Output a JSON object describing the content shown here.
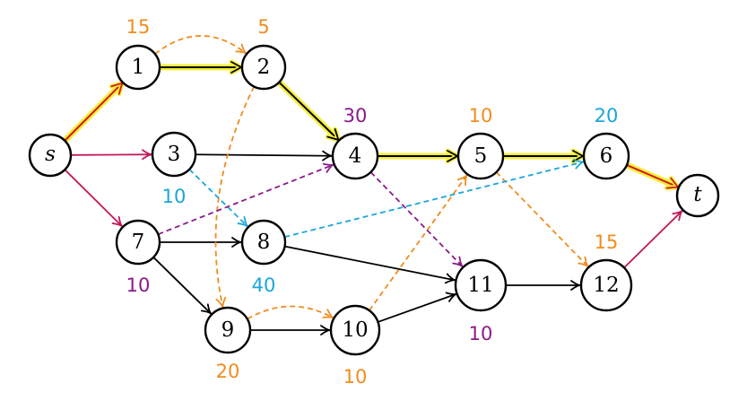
{
  "colors": {
    "black": "#000000",
    "orange": "#f08c1e",
    "purple": "#8b1a89",
    "cyan": "#1aa6dc",
    "crimson": "#c0195a",
    "red": "#d11a1a",
    "yellow": "#f4ee3c"
  },
  "nodes": [
    {
      "id": "s",
      "label": "s",
      "italic": true
    },
    {
      "id": "1",
      "label": "1"
    },
    {
      "id": "2",
      "label": "2"
    },
    {
      "id": "3",
      "label": "3"
    },
    {
      "id": "4",
      "label": "4"
    },
    {
      "id": "5",
      "label": "5"
    },
    {
      "id": "6",
      "label": "6"
    },
    {
      "id": "t",
      "label": "t",
      "italic": true
    },
    {
      "id": "7",
      "label": "7"
    },
    {
      "id": "8",
      "label": "8"
    },
    {
      "id": "9",
      "label": "9"
    },
    {
      "id": "10",
      "label": "10"
    },
    {
      "id": "11",
      "label": "11"
    },
    {
      "id": "12",
      "label": "12"
    }
  ],
  "weights": [
    {
      "node": "1",
      "value": "15",
      "color": "orange"
    },
    {
      "node": "2",
      "value": "5",
      "color": "orange"
    },
    {
      "node": "4",
      "value": "30",
      "color": "purple"
    },
    {
      "node": "5",
      "value": "10",
      "color": "orange"
    },
    {
      "node": "6",
      "value": "20",
      "color": "cyan"
    },
    {
      "node": "3",
      "value": "10",
      "color": "cyan"
    },
    {
      "node": "12",
      "value": "15",
      "color": "orange"
    },
    {
      "node": "7",
      "value": "10",
      "color": "purple"
    },
    {
      "node": "8",
      "value": "40",
      "color": "cyan"
    },
    {
      "node": "11",
      "value": "10",
      "color": "purple"
    },
    {
      "node": "9",
      "value": "20",
      "color": "orange"
    },
    {
      "node": "10",
      "value": "10",
      "color": "orange"
    }
  ],
  "edges": [
    {
      "from": "s",
      "to": "1",
      "style": "highlight-red"
    },
    {
      "from": "1",
      "to": "2",
      "style": "highlight-black"
    },
    {
      "from": "2",
      "to": "4",
      "style": "highlight-black"
    },
    {
      "from": "4",
      "to": "5",
      "style": "highlight-black"
    },
    {
      "from": "5",
      "to": "6",
      "style": "highlight-black"
    },
    {
      "from": "6",
      "to": "t",
      "style": "highlight-red"
    },
    {
      "from": "s",
      "to": "3",
      "style": "solid",
      "color": "crimson"
    },
    {
      "from": "s",
      "to": "7",
      "style": "solid",
      "color": "crimson"
    },
    {
      "from": "12",
      "to": "t",
      "style": "solid",
      "color": "crimson"
    },
    {
      "from": "3",
      "to": "4",
      "style": "solid",
      "color": "black"
    },
    {
      "from": "7",
      "to": "8",
      "style": "solid",
      "color": "black"
    },
    {
      "from": "7",
      "to": "9",
      "style": "solid",
      "color": "black"
    },
    {
      "from": "8",
      "to": "11",
      "style": "solid",
      "color": "black"
    },
    {
      "from": "9",
      "to": "10",
      "style": "solid",
      "color": "black"
    },
    {
      "from": "10",
      "to": "11",
      "style": "solid",
      "color": "black"
    },
    {
      "from": "11",
      "to": "12",
      "style": "solid",
      "color": "black"
    },
    {
      "from": "1",
      "to": "2",
      "style": "dashed-arc",
      "color": "orange"
    },
    {
      "from": "2",
      "to": "9",
      "style": "dashed-arc",
      "color": "orange"
    },
    {
      "from": "9",
      "to": "10",
      "style": "dashed-arc",
      "color": "orange"
    },
    {
      "from": "10",
      "to": "5",
      "style": "dashed",
      "color": "orange"
    },
    {
      "from": "5",
      "to": "12",
      "style": "dashed",
      "color": "orange"
    },
    {
      "from": "3",
      "to": "8",
      "style": "dashed",
      "color": "cyan"
    },
    {
      "from": "8",
      "to": "6",
      "style": "dashed",
      "color": "cyan"
    },
    {
      "from": "7",
      "to": "4",
      "style": "dashed",
      "color": "purple"
    },
    {
      "from": "4",
      "to": "11",
      "style": "dashed",
      "color": "purple"
    }
  ]
}
